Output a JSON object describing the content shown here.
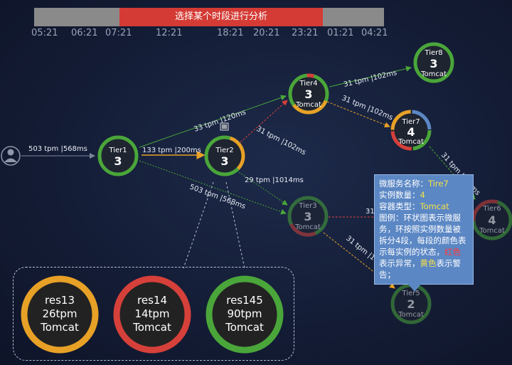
{
  "timeline": {
    "selection_label": "选择某个时段进行分析",
    "ticks": [
      "05:21",
      "06:21",
      "07:21",
      "12:21",
      "18:21",
      "20:21",
      "23:21",
      "01:21",
      "04:21"
    ]
  },
  "client_label": "",
  "nodes": [
    {
      "id": "tier1",
      "name": "Tier1",
      "count": "3",
      "type": ""
    },
    {
      "id": "tier2",
      "name": "Tier2",
      "count": "3",
      "type": ""
    },
    {
      "id": "tier4",
      "name": "Tier4",
      "count": "3",
      "type": "Tomcat"
    },
    {
      "id": "tier8",
      "name": "Tier8",
      "count": "3",
      "type": "Tomcat"
    },
    {
      "id": "tier7",
      "name": "Tier7",
      "count": "4",
      "type": "Tomcat"
    },
    {
      "id": "tier3",
      "name": "Tier3",
      "count": "3",
      "type": "Tomcat"
    },
    {
      "id": "tier6",
      "name": "Tier6",
      "count": "4",
      "type": "Tomcat"
    },
    {
      "id": "tier5",
      "name": "Tier5",
      "count": "2",
      "type": "Tomcat"
    }
  ],
  "edges": [
    {
      "label": "503 tpm |568ms"
    },
    {
      "label": "133 tpm |200ms"
    },
    {
      "label": "33 tpm |120ms"
    },
    {
      "label": "31 tpm |102ms"
    },
    {
      "label": "31 tpm |102ms"
    },
    {
      "label": "31 tpm |102ms"
    },
    {
      "label": "29 tpm |1014ms"
    },
    {
      "label": "503 tpm |568ms"
    },
    {
      "label": "31 tpm |102ms"
    },
    {
      "label": "31"
    },
    {
      "label": "31 tpm |102ms"
    }
  ],
  "instances": [
    {
      "name": "res13",
      "tpm": "26tpm",
      "type": "Tomcat",
      "status_color": "#e7a126"
    },
    {
      "name": "res14",
      "tpm": "14tpm",
      "type": "Tomcat",
      "status_color": "#d6403a"
    },
    {
      "name": "res145",
      "tpm": "90tpm",
      "type": "Tomcat",
      "status_color": "#4aa63a"
    }
  ],
  "tooltip": {
    "name_label": "微服务名称：",
    "name_value": "Tire7",
    "count_label": "实例数量：",
    "count_value": "4",
    "type_label": "容器类型：",
    "type_value": "Tomcat",
    "legend_text": "图例：环状图表示微服务，环按照实例数量被拆分4段，每段的颜色表示每实例的状态，",
    "red_word": "红色",
    "mid_text": "表示异常，",
    "yellow_word": "黄色",
    "end_text": "表示警告；"
  },
  "colors": {
    "green": "#4aa63a",
    "yellow": "#e7a126",
    "red": "#d6403a",
    "node_fill": "#1e2430",
    "timeline_bg": "#8a8a8a",
    "timeline_sel": "#d43b35"
  }
}
